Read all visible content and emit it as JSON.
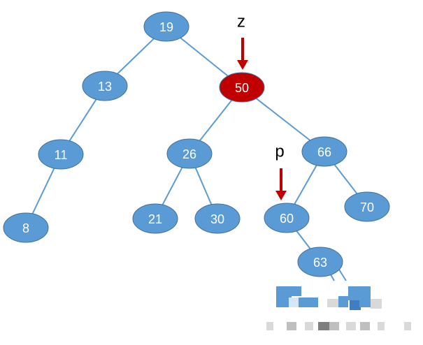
{
  "colors": {
    "node_fill": "#5b9bd5",
    "node_border": "#41719c",
    "highlight_fill": "#c00000",
    "highlight_border": "#8b0000",
    "edge": "#5b9bd5",
    "arrow": "#c00000",
    "label_text": "#ffffff",
    "marker_text": "#000000"
  },
  "tree": {
    "nodes": [
      {
        "id": "n19",
        "label": "19",
        "highlight": false
      },
      {
        "id": "n13",
        "label": "13",
        "highlight": false
      },
      {
        "id": "n50",
        "label": "50",
        "highlight": true
      },
      {
        "id": "n11",
        "label": "11",
        "highlight": false
      },
      {
        "id": "n26",
        "label": "26",
        "highlight": false
      },
      {
        "id": "n66",
        "label": "66",
        "highlight": false
      },
      {
        "id": "n8",
        "label": "8",
        "highlight": false
      },
      {
        "id": "n21",
        "label": "21",
        "highlight": false
      },
      {
        "id": "n30",
        "label": "30",
        "highlight": false
      },
      {
        "id": "n60",
        "label": "60",
        "highlight": false
      },
      {
        "id": "n70",
        "label": "70",
        "highlight": false
      },
      {
        "id": "n63",
        "label": "63",
        "highlight": false
      }
    ],
    "edges": [
      {
        "from": "n19",
        "to": "n13"
      },
      {
        "from": "n19",
        "to": "n50"
      },
      {
        "from": "n13",
        "to": "n11"
      },
      {
        "from": "n11",
        "to": "n8"
      },
      {
        "from": "n50",
        "to": "n26"
      },
      {
        "from": "n50",
        "to": "n66"
      },
      {
        "from": "n26",
        "to": "n21"
      },
      {
        "from": "n26",
        "to": "n30"
      },
      {
        "from": "n66",
        "to": "n60"
      },
      {
        "from": "n66",
        "to": "n70"
      },
      {
        "from": "n60",
        "to": "n63"
      }
    ],
    "pointers": [
      {
        "label": "z",
        "target": "n50"
      },
      {
        "label": "p",
        "target": "n60"
      }
    ]
  },
  "watermark": {
    "icon": "pixelated-watermark-logo"
  }
}
